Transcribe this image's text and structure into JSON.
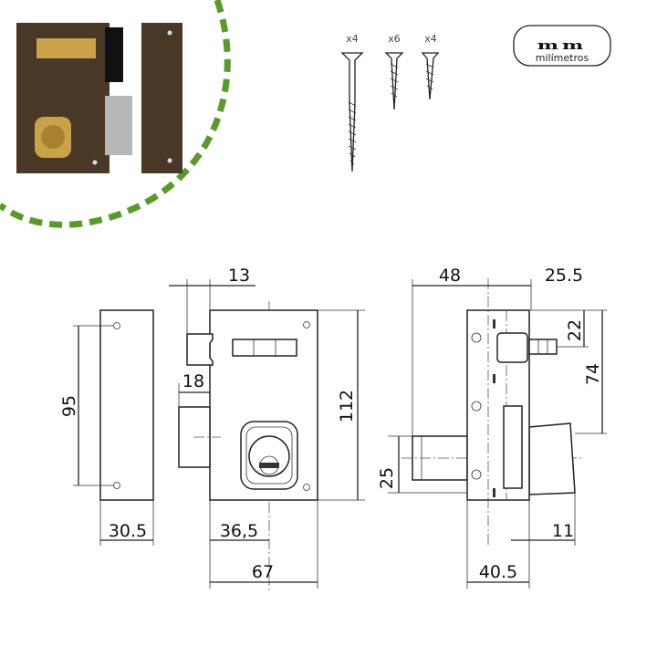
{
  "logo": {
    "mark": "mm",
    "text": "milímetros"
  },
  "screws": [
    {
      "qty": "x4"
    },
    {
      "qty": "x6"
    },
    {
      "qty": "x4"
    }
  ],
  "dimensions": {
    "strike_height": "95",
    "strike_width": "30.5",
    "latch_offset": "13",
    "deadbolt_projection": "18",
    "body_height": "112",
    "backset": "36,5",
    "body_width": "67",
    "side_cylinder": "48",
    "side_bolt": "25.5",
    "side_latch": "22",
    "side_center": "74",
    "side_cylinder_height": "25",
    "side_rear": "11",
    "side_depth": "40.5"
  },
  "colors": {
    "accent_green": "#5a9a2a",
    "lock_brown": "#4a3826",
    "brass": "#c9a24a"
  }
}
